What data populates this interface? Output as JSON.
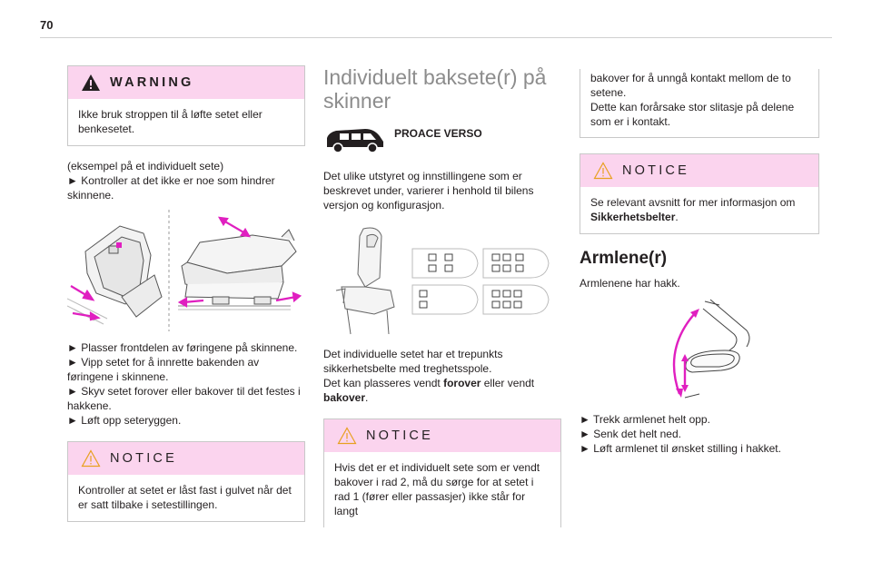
{
  "page": {
    "number": "70"
  },
  "col1": {
    "warning": {
      "title": "WARNING",
      "text": "Ikke bruk stroppen til å løfte setet eller benkesetet."
    },
    "example_lines": [
      "(eksempel på et individuelt sete)",
      "► Kontroller at det ikke er noe som hindrer skinnene."
    ],
    "steps": [
      "► Plasser frontdelen av føringene på skinnene.",
      "► Vipp setet for å innrette bakenden av føringene i skinnene.",
      "► Skyv setet forover eller bakover til det festes i hakkene.",
      "► Løft opp seteryggen."
    ],
    "notice": {
      "title": "NOTICE",
      "text": "Kontroller at setet er låst fast i gulvet når det er satt tilbake i setestillingen."
    }
  },
  "col2": {
    "heading": "Individuelt baksete(r) på skinner",
    "model_label": "PROACE VERSO",
    "intro": "Det ulike utstyret og innstillingene som er beskrevet under, varierer i henhold til bilens versjon og konfigurasjon.",
    "seat_text_1": "Det individuelle setet har et trepunkts sikkerhetsbelte med treghetsspole.",
    "seat_text_2_pre": "Det kan plasseres vendt ",
    "seat_text_2_b1": "forover",
    "seat_text_2_mid": " eller vendt ",
    "seat_text_2_b2": "bakover",
    "seat_text_2_end": ".",
    "notice": {
      "title": "NOTICE",
      "text": "Hvis det er et individuelt sete som er vendt bakover i rad 2, må du sørge for at setet i rad 1 (fører eller passasjer) ikke står for langt"
    }
  },
  "col3": {
    "continued": "bakover for å unngå kontakt mellom de to setene.",
    "wear_text": "Dette kan forårsake stor slitasje på delene som er i kontakt.",
    "notice": {
      "title": "NOTICE",
      "text_pre": "Se relevant avsnitt for mer informasjon om ",
      "text_bold": "Sikkerhetsbelter",
      "text_end": "."
    },
    "heading": "Armlene(r)",
    "armrest_intro": "Armlenene har hakk.",
    "steps": [
      "► Trekk armlenet helt opp.",
      "► Senk det helt ned.",
      "► Løft armlenet til ønsket stilling i hakket."
    ]
  },
  "colors": {
    "accent_pink": "#e01fc0",
    "box_header": "#fbd4ee",
    "heading_grey": "#8c8c8c"
  },
  "icons": {
    "warning": "warning-triangle-icon",
    "notice": "notice-triangle-icon"
  }
}
